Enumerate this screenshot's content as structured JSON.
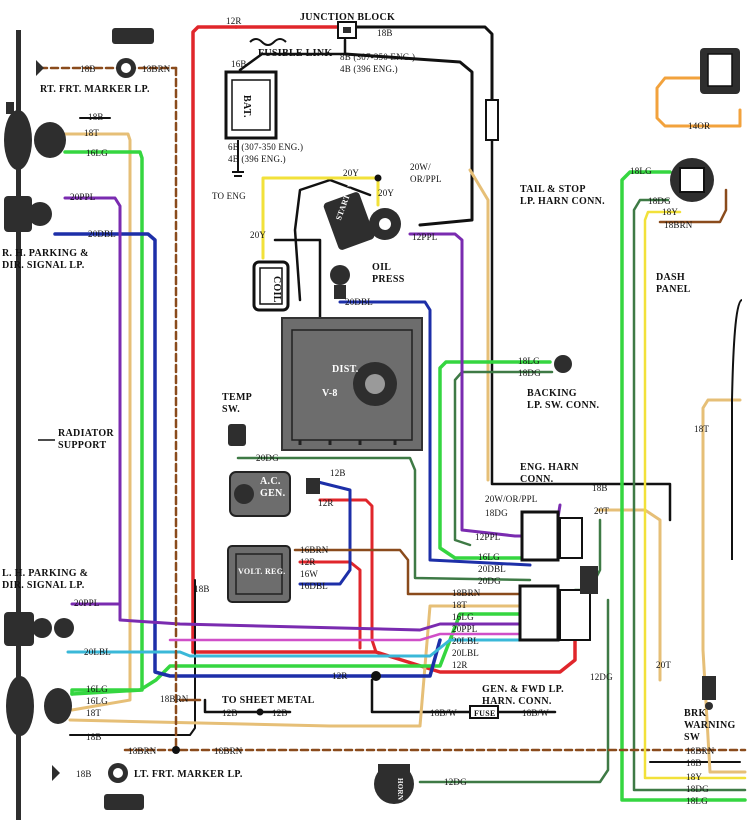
{
  "colors": {
    "red": "#e0262b",
    "green": "#35d640",
    "darkgreen": "#3e7a45",
    "blue": "#1d2fa8",
    "purple": "#7a2bb0",
    "tan": "#e6bf77",
    "brown": "#8a4b1c",
    "black": "#111111",
    "orange": "#f2a23c",
    "yellow": "#f2e13a",
    "cyan": "#3ab8d8",
    "magenta": "#d04fc8",
    "gray": "#8c8c8c"
  },
  "labels": {
    "junction_block": "JUNCTION BLOCK",
    "wire_12r_top": "12R",
    "wire_18b_junction": "18B",
    "fusible_link": "FUSIBLE LINK",
    "wire_16b": "16B",
    "bat": "BAT.",
    "wire_8b": "8B (307-350 ENG.)",
    "wire_4b_396": "4B (396 ENG.)",
    "wire_6b": "6B (307-350 ENG.)",
    "wire_4b_396b": "4B (396 ENG.)",
    "to_eng": "TO ENG",
    "wire_18b_rt": "18B",
    "wire_18brn_rt": "18BRN",
    "rt_frt_marker": "RT. FRT. MARKER LP.",
    "wire_18b_upper": "18B",
    "wire_18t_upper": "18T",
    "wire_16lg_upper": "16LG",
    "wire_20ppl_upper": "20PPL",
    "wire_20dbl_upper": "20DBL",
    "rh_parking_1": "R. H. PARKING &",
    "rh_parking_2": "DIR. SIGNAL LP.",
    "radiator_1": "RADIATOR",
    "radiator_2": "SUPPORT",
    "lh_parking_1": "L. H. PARKING &",
    "lh_parking_2": "DIR. SIGNAL LP.",
    "wire_20ppl_lower": "20PPL",
    "wire_20lbl_lower": "20LBL",
    "wire_16lg_lower": "16LG",
    "wire_16lg_lower2": "16LG",
    "wire_18t_lower": "18T",
    "wire_18b_lower": "18B",
    "wire_18brn_lower": "18BRN",
    "wire_18b_bottom": "18B",
    "lt_frt_marker": "LT. FRT. MARKER LP.",
    "wire_20y_a": "20Y",
    "wire_20y_b": "20Y",
    "wire_20y_c": "20Y",
    "wire_20w_or_ppl": "20W/",
    "wire_20w_or_ppl2": "OR/PPL",
    "wire_12ppl_top": "12PPL",
    "start_sw": "START SW.",
    "coil": "COIL",
    "oil_press": "OIL",
    "oil_press2": "PRESS",
    "wire_20dbl_oil": "20DBL",
    "dist": "DIST.",
    "v8_label": "V-8",
    "temp_sw": "TEMP",
    "temp_sw2": "SW.",
    "wire_20dg": "20DG",
    "wire_12b_gen": "12B",
    "wire_12r_gen": "12R",
    "gen_label": "A.C.",
    "gen_label2": "GEN.",
    "wire_16brn": "16BRN",
    "wire_12r_reg": "12R",
    "wire_16w": "16W",
    "wire_16dbl_reg": "16DBL",
    "volt_reg": "VOLT. REG.",
    "wire_18b_reg": "18B",
    "wire_18lg_back": "18LG",
    "wire_18dg_back": "18DG",
    "backing_1": "BACKING",
    "backing_2": "LP. SW. CONN.",
    "eng_harn_1": "ENG. HARN",
    "eng_harn_2": "CONN.",
    "wire_18b_eng": "18B",
    "wire_20w_or_ppl_c": "20W/OR/PPL",
    "wire_18dg_c": "18DG",
    "wire_20t_c": "20T",
    "wire_12ppl_c": "12PPL",
    "wire_16lg_c": "16LG",
    "wire_20dbl_c": "20DBL",
    "wire_20dg_c": "20DG",
    "wire_18brn_c": "18BRN",
    "wire_18t_c": "18T",
    "wire_16lg_c2": "16LG",
    "wire_20ppl_c": "20PPL",
    "wire_20lbl_c": "20LBL",
    "wire_20lbl_c2": "20LBL",
    "wire_12r_c": "12R",
    "wire_12r_bottom": "12R",
    "gen_fwd_1": "GEN. & FWD LP.",
    "gen_fwd_2": "HARN. CONN.",
    "wire_18brn_sheet": "18BRN",
    "to_sheet_metal": "TO SHEET METAL",
    "wire_12b_a": "12B",
    "wire_12b_b": "12B",
    "wire_18bw_a": "18B/W",
    "wire_18bw_b": "18B/W",
    "fuse": "FUSE",
    "wire_12dg_bottom": "12DG",
    "horn": "HORN",
    "wire_18brn_dash": "18BRN",
    "tail_stop_1": "TAIL & STOP",
    "tail_stop_2": "LP. HARN CONN.",
    "wire_14or": "14OR",
    "wire_18lg_r": "18LG",
    "wire_18dg_r": "18DG",
    "wire_18y_r": "18Y",
    "wire_18brn_r": "18BRN",
    "dash_panel_1": "DASH",
    "dash_panel_2": "PANEL",
    "wire_18t_r": "18T",
    "wire_20t_r": "20T",
    "wire_12dg_r": "12DG",
    "brk_warning_1": "BRK",
    "brk_warning_2": "WARNING",
    "brk_warning_3": "SW",
    "wire_18brn_rb": "18BRN",
    "wire_18b_rb": "18B",
    "wire_18y_rb": "18Y",
    "wire_18dg_rb": "18DG",
    "wire_18lg_rb": "18LG"
  }
}
